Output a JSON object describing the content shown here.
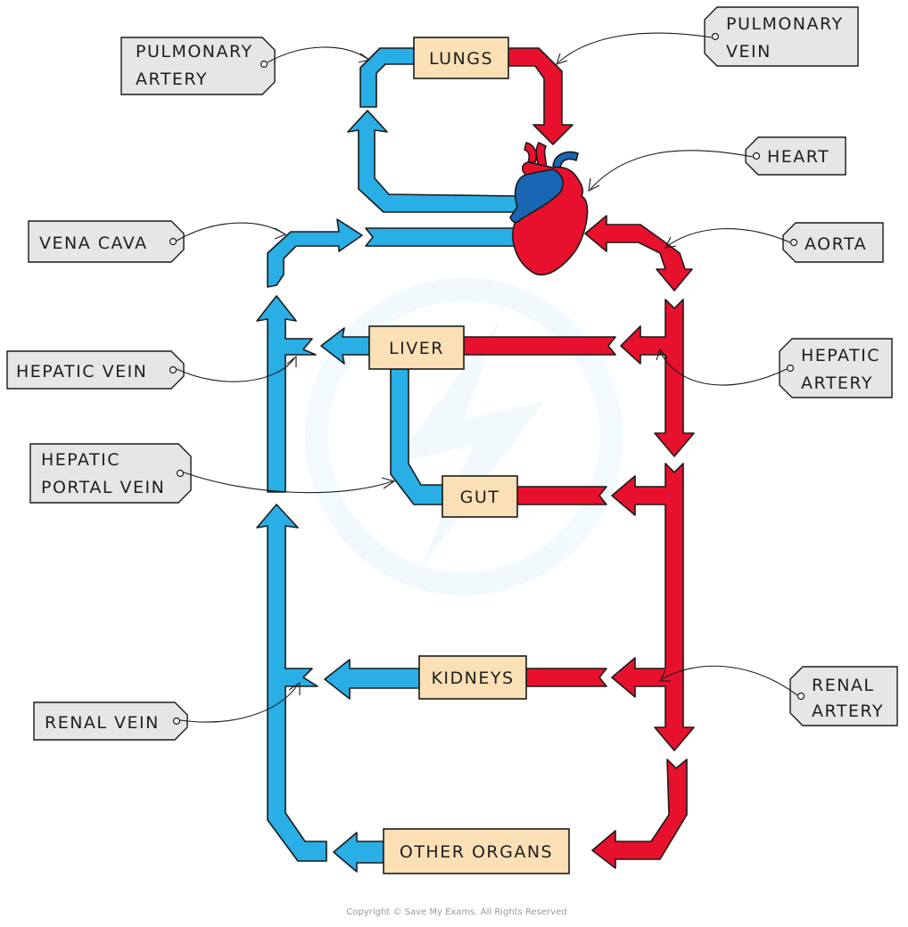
{
  "organs": {
    "lungs": "LUNGS",
    "liver": "LIVER",
    "gut": "GUT",
    "kidneys": "KIDNEYS",
    "other_organs": "OTHER  ORGANS"
  },
  "labels": {
    "pulmonary_artery": [
      "PULMONARY",
      "ARTERY"
    ],
    "pulmonary_vein": [
      "PULMONARY",
      "VEIN"
    ],
    "heart": [
      "HEART"
    ],
    "vena_cava": [
      "VENA  CAVA"
    ],
    "aorta": [
      "AORTA"
    ],
    "hepatic_vein": [
      "HEPATIC  VEIN"
    ],
    "hepatic_artery": [
      "HEPATIC",
      "ARTERY"
    ],
    "hepatic_portal_vein": [
      "HEPATIC",
      "PORTAL  VEIN"
    ],
    "renal_vein": [
      "RENAL  VEIN"
    ],
    "renal_artery": [
      "RENAL",
      "ARTERY"
    ]
  },
  "footer": {
    "copyright": "Copyright © Save My Exams. All Rights Reserved"
  },
  "colors": {
    "deoxygenated": "#29aee6",
    "oxygenated": "#e8112d",
    "organ_fill": "#fbe0b6",
    "tag_fill": "#e6e6e6",
    "outline": "#1a1a1a",
    "heart_blue": "#1866b4"
  }
}
